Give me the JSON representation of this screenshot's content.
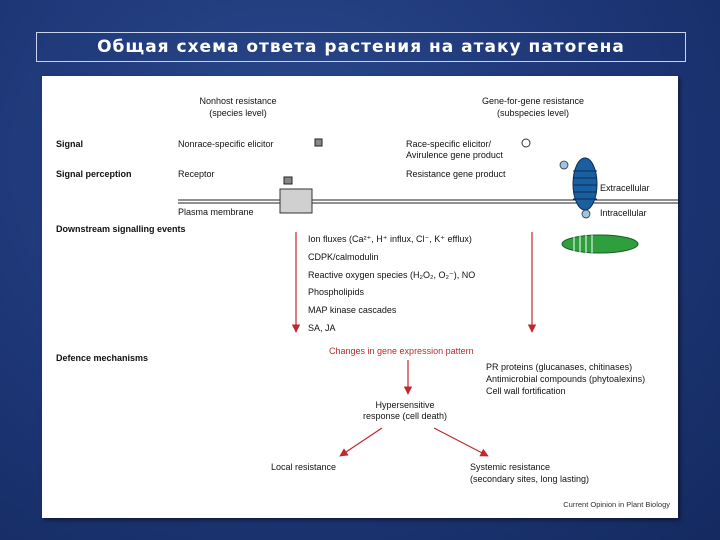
{
  "slide": {
    "title": "Общая схема ответа растения на атаку патогена"
  },
  "diagram": {
    "col_nonhost_title": "Nonhost resistance",
    "col_nonhost_sub": "(species level)",
    "col_gfg_title": "Gene-for-gene resistance",
    "col_gfg_sub": "(subspecies level)",
    "row_signal": "Signal",
    "row_perception": "Signal perception",
    "row_downstream": "Downstream signalling events",
    "row_defence": "Defence mechanisms",
    "nonrace_elicitor": "Nonrace-specific elicitor",
    "race_elicitor_1": "Race-specific elicitor/",
    "race_elicitor_2": "Avirulence gene product",
    "receptor": "Receptor",
    "resistance_gene_product": "Resistance gene product",
    "plasma_membrane": "Plasma membrane",
    "extracellular": "Extracellular",
    "intracellular": "Intracellular",
    "ion_fluxes": "Ion fluxes  (Ca²⁺, H⁺ influx, Cl⁻, K⁺ efflux)",
    "cdpk": "CDPK/calmodulin",
    "ros": "Reactive oxygen species (H₂O₂, O₂⁻), NO",
    "phospholipids": "Phospholipids",
    "mapk": "MAP kinase cascades",
    "sa_ja": "SA, JA",
    "changes_gene_expression": "Changes in gene expression pattern",
    "pr_proteins": "PR proteins (glucanases, chitinases)",
    "antimicrobial": "Antimicrobial compounds (phytoalexins)",
    "cell_wall": "Cell wall fortification",
    "hr_1": "Hypersensitive",
    "hr_2": "response (cell death)",
    "local_resistance": "Local resistance",
    "systemic_1": "Systemic resistance",
    "systemic_2": "(secondary sites, long lasting)",
    "source": "Current Opinion in Plant Biology"
  },
  "colors": {
    "background": "#1d3676",
    "arrow_red": "#c0282e",
    "receptor_blue": "#1a5fa0",
    "green_organelle": "#2e9e3e",
    "elicitor_blue": "#9fc3e0",
    "text_red": "#c0282e"
  }
}
